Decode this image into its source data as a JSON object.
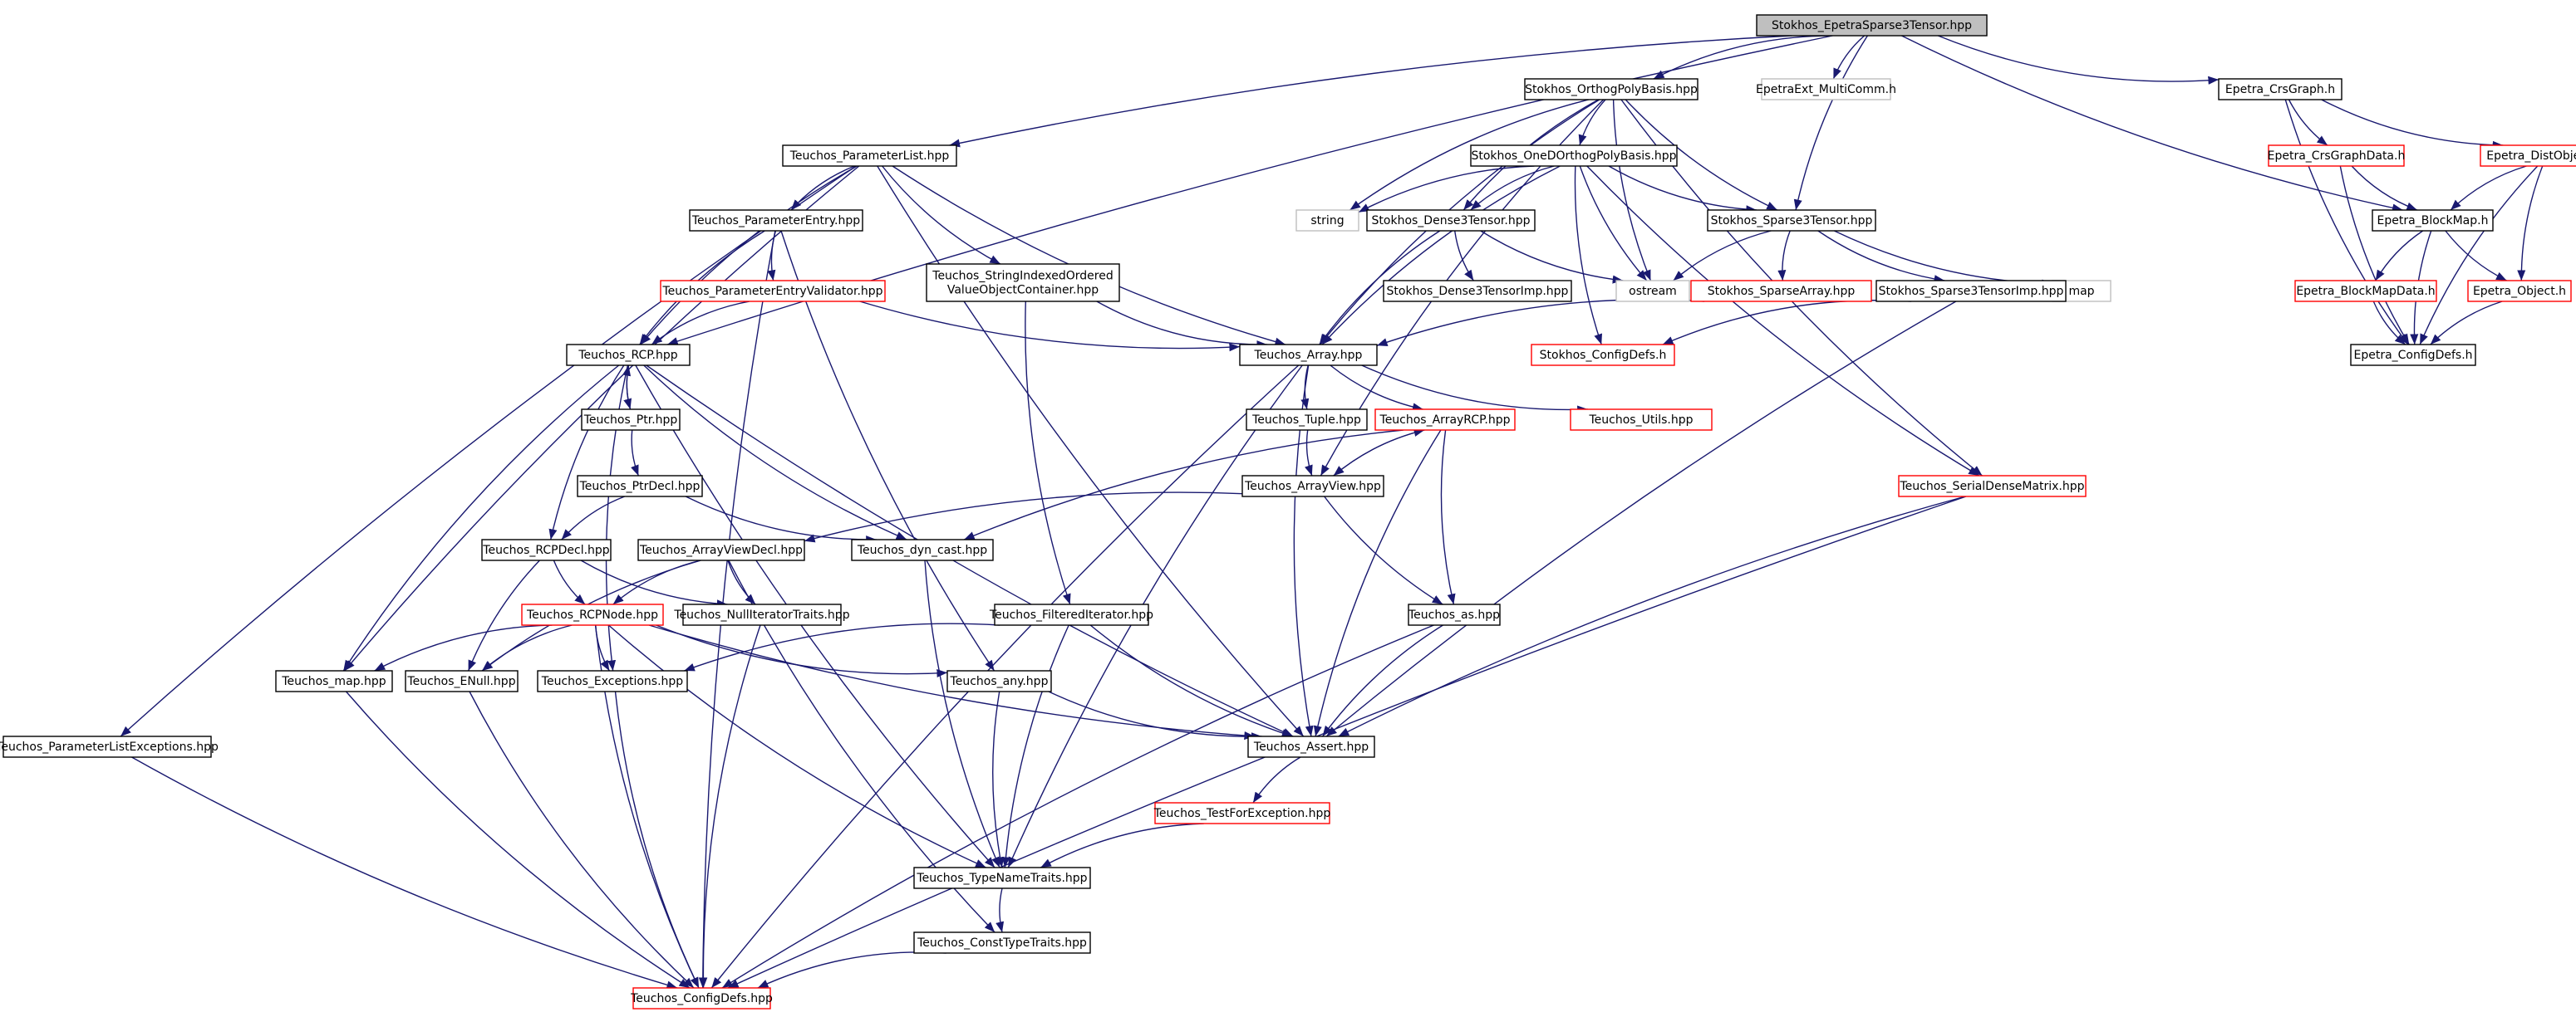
{
  "colors": {
    "edge": "#191970",
    "node_border_default": "#000000",
    "node_border_incomplete": "#ff0000",
    "node_border_external": "#bfbfbf",
    "root_fill": "#bfbfbf",
    "node_fill": "#ffffff"
  },
  "nodes": [
    {
      "id": "root",
      "label": "Stokhos_EpetraSparse3Tensor.hpp",
      "style": "root"
    },
    {
      "id": "orthog",
      "label": "Stokhos_OrthogPolyBasis.hpp",
      "style": "normal"
    },
    {
      "id": "multicomm",
      "label": "EpetraExt_MultiComm.h",
      "style": "external"
    },
    {
      "id": "crsgraph",
      "label": "Epetra_CrsGraph.h",
      "style": "normal"
    },
    {
      "id": "paramlist",
      "label": "Teuchos_ParameterList.hpp",
      "style": "normal"
    },
    {
      "id": "oned",
      "label": "Stokhos_OneDOrthogPolyBasis.hpp",
      "style": "normal"
    },
    {
      "id": "crsgraphdata",
      "label": "Epetra_CrsGraphData.h",
      "style": "incomplete"
    },
    {
      "id": "distobject",
      "label": "Epetra_DistObject.h",
      "style": "incomplete"
    },
    {
      "id": "paramentry",
      "label": "Teuchos_ParameterEntry.hpp",
      "style": "normal"
    },
    {
      "id": "string",
      "label": "string",
      "style": "external"
    },
    {
      "id": "dense3",
      "label": "Stokhos_Dense3Tensor.hpp",
      "style": "normal"
    },
    {
      "id": "sparse3",
      "label": "Stokhos_Sparse3Tensor.hpp",
      "style": "normal"
    },
    {
      "id": "blockmap",
      "label": "Epetra_BlockMap.h",
      "style": "normal"
    },
    {
      "id": "strindexed",
      "label": "Teuchos_StringIndexedOrdered\nValueObjectContainer.hpp",
      "style": "normal"
    },
    {
      "id": "ostream",
      "label": "ostream",
      "style": "external"
    },
    {
      "id": "map",
      "label": "map",
      "style": "external"
    },
    {
      "id": "paramvalidator",
      "label": "Teuchos_ParameterEntryValidator.hpp",
      "style": "incomplete"
    },
    {
      "id": "dense3imp",
      "label": "Stokhos_Dense3TensorImp.hpp",
      "style": "normal"
    },
    {
      "id": "sparsearray",
      "label": "Stokhos_SparseArray.hpp",
      "style": "incomplete"
    },
    {
      "id": "sparse3imp",
      "label": "Stokhos_Sparse3TensorImp.hpp",
      "style": "normal"
    },
    {
      "id": "blockmapdata",
      "label": "Epetra_BlockMapData.h",
      "style": "incomplete"
    },
    {
      "id": "epobject",
      "label": "Epetra_Object.h",
      "style": "incomplete"
    },
    {
      "id": "rcp",
      "label": "Teuchos_RCP.hpp",
      "style": "normal"
    },
    {
      "id": "array",
      "label": "Teuchos_Array.hpp",
      "style": "normal"
    },
    {
      "id": "configdefsh",
      "label": "Stokhos_ConfigDefs.h",
      "style": "incomplete"
    },
    {
      "id": "epconfig",
      "label": "Epetra_ConfigDefs.h",
      "style": "normal"
    },
    {
      "id": "ptr",
      "label": "Teuchos_Ptr.hpp",
      "style": "normal"
    },
    {
      "id": "tuple",
      "label": "Teuchos_Tuple.hpp",
      "style": "normal"
    },
    {
      "id": "arrayrcp",
      "label": "Teuchos_ArrayRCP.hpp",
      "style": "incomplete"
    },
    {
      "id": "utils",
      "label": "Teuchos_Utils.hpp",
      "style": "incomplete"
    },
    {
      "id": "serialdense",
      "label": "Teuchos_SerialDenseMatrix.hpp",
      "style": "incomplete"
    },
    {
      "id": "ptrdecl",
      "label": "Teuchos_PtrDecl.hpp",
      "style": "normal"
    },
    {
      "id": "arrayview",
      "label": "Teuchos_ArrayView.hpp",
      "style": "normal"
    },
    {
      "id": "rcpdecl",
      "label": "Teuchos_RCPDecl.hpp",
      "style": "normal"
    },
    {
      "id": "arrayviewdecl",
      "label": "Teuchos_ArrayViewDecl.hpp",
      "style": "normal"
    },
    {
      "id": "dyncast",
      "label": "Teuchos_dyn_cast.hpp",
      "style": "normal"
    },
    {
      "id": "rcpnode",
      "label": "Teuchos_RCPNode.hpp",
      "style": "incomplete"
    },
    {
      "id": "nulliter",
      "label": "Teuchos_NullIteratorTraits.hpp",
      "style": "normal"
    },
    {
      "id": "filtered",
      "label": "Teuchos_FilteredIterator.hpp",
      "style": "normal"
    },
    {
      "id": "as",
      "label": "Teuchos_as.hpp",
      "style": "normal"
    },
    {
      "id": "tmap",
      "label": "Teuchos_map.hpp",
      "style": "normal"
    },
    {
      "id": "enull",
      "label": "Teuchos_ENull.hpp",
      "style": "normal"
    },
    {
      "id": "exceptions",
      "label": "Teuchos_Exceptions.hpp",
      "style": "normal"
    },
    {
      "id": "any",
      "label": "Teuchos_any.hpp",
      "style": "normal"
    },
    {
      "id": "plexceptions",
      "label": "Teuchos_ParameterListExceptions.hpp",
      "style": "normal"
    },
    {
      "id": "assert",
      "label": "Teuchos_Assert.hpp",
      "style": "normal"
    },
    {
      "id": "testfor",
      "label": "Teuchos_TestForException.hpp",
      "style": "incomplete"
    },
    {
      "id": "typename",
      "label": "Teuchos_TypeNameTraits.hpp",
      "style": "normal"
    },
    {
      "id": "consttype",
      "label": "Teuchos_ConstTypeTraits.hpp",
      "style": "normal"
    },
    {
      "id": "tconfig",
      "label": "Teuchos_ConfigDefs.hpp",
      "style": "incomplete"
    }
  ],
  "edges": [
    [
      "root",
      "orthog"
    ],
    [
      "root",
      "multicomm"
    ],
    [
      "root",
      "crsgraph"
    ],
    [
      "root",
      "paramlist"
    ],
    [
      "root",
      "rcp"
    ],
    [
      "root",
      "sparse3"
    ],
    [
      "root",
      "blockmap"
    ],
    [
      "orthog",
      "oned"
    ],
    [
      "orthog",
      "dense3"
    ],
    [
      "orthog",
      "sparse3"
    ],
    [
      "orthog",
      "string"
    ],
    [
      "orthog",
      "ostream"
    ],
    [
      "orthog",
      "array"
    ],
    [
      "orthog",
      "arrayview"
    ],
    [
      "orthog",
      "serialdense"
    ],
    [
      "oned",
      "dense3"
    ],
    [
      "oned",
      "sparse3"
    ],
    [
      "oned",
      "string"
    ],
    [
      "oned",
      "ostream"
    ],
    [
      "oned",
      "array"
    ],
    [
      "oned",
      "configdefsh"
    ],
    [
      "oned",
      "serialdense"
    ],
    [
      "dense3",
      "ostream"
    ],
    [
      "dense3",
      "dense3imp"
    ],
    [
      "dense3",
      "array"
    ],
    [
      "sparse3",
      "ostream"
    ],
    [
      "sparse3",
      "map"
    ],
    [
      "sparse3",
      "sparsearray"
    ],
    [
      "sparse3",
      "sparse3imp"
    ],
    [
      "sparsearray",
      "array"
    ],
    [
      "sparse3imp",
      "configdefsh"
    ],
    [
      "sparse3imp",
      "assert"
    ],
    [
      "crsgraph",
      "crsgraphdata"
    ],
    [
      "crsgraph",
      "distobject"
    ],
    [
      "crsgraph",
      "epconfig"
    ],
    [
      "crsgraphdata",
      "blockmap"
    ],
    [
      "crsgraphdata",
      "epconfig"
    ],
    [
      "distobject",
      "blockmap"
    ],
    [
      "distobject",
      "epobject"
    ],
    [
      "distobject",
      "epconfig"
    ],
    [
      "blockmap",
      "blockmapdata"
    ],
    [
      "blockmap",
      "epobject"
    ],
    [
      "blockmap",
      "epconfig"
    ],
    [
      "blockmapdata",
      "epconfig"
    ],
    [
      "epobject",
      "epconfig"
    ],
    [
      "paramlist",
      "paramentry"
    ],
    [
      "paramlist",
      "strindexed"
    ],
    [
      "paramlist",
      "rcp"
    ],
    [
      "paramlist",
      "array"
    ],
    [
      "paramlist",
      "tmap"
    ],
    [
      "paramlist",
      "plexceptions"
    ],
    [
      "paramlist",
      "assert"
    ],
    [
      "paramentry",
      "paramvalidator"
    ],
    [
      "paramentry",
      "rcp"
    ],
    [
      "paramentry",
      "any"
    ],
    [
      "paramentry",
      "tconfig"
    ],
    [
      "paramvalidator",
      "rcp"
    ],
    [
      "paramvalidator",
      "array"
    ],
    [
      "strindexed",
      "array"
    ],
    [
      "strindexed",
      "filtered"
    ],
    [
      "rcp",
      "ptr"
    ],
    [
      "rcp",
      "rcpdecl"
    ],
    [
      "rcp",
      "dyncast"
    ],
    [
      "rcp",
      "tmap"
    ],
    [
      "rcp",
      "exceptions"
    ],
    [
      "rcp",
      "assert"
    ],
    [
      "rcp",
      "typename"
    ],
    [
      "ptr",
      "rcp"
    ],
    [
      "ptr",
      "ptrdecl"
    ],
    [
      "ptrdecl",
      "rcpdecl"
    ],
    [
      "ptrdecl",
      "dyncast"
    ],
    [
      "rcpdecl",
      "rcpnode"
    ],
    [
      "rcpdecl",
      "enull"
    ],
    [
      "rcpdecl",
      "nulliter"
    ],
    [
      "rcpnode",
      "tmap"
    ],
    [
      "rcpnode",
      "enull"
    ],
    [
      "rcpnode",
      "exceptions"
    ],
    [
      "rcpnode",
      "any"
    ],
    [
      "rcpnode",
      "assert"
    ],
    [
      "rcpnode",
      "typename"
    ],
    [
      "rcpnode",
      "tconfig"
    ],
    [
      "array",
      "tuple"
    ],
    [
      "array",
      "arrayrcp"
    ],
    [
      "array",
      "utils"
    ],
    [
      "array",
      "assert"
    ],
    [
      "array",
      "typename"
    ],
    [
      "array",
      "tconfig"
    ],
    [
      "tuple",
      "arrayview"
    ],
    [
      "arrayrcp",
      "arrayview"
    ],
    [
      "arrayrcp",
      "as"
    ],
    [
      "arrayrcp",
      "assert"
    ],
    [
      "arrayrcp",
      "dyncast"
    ],
    [
      "arrayview",
      "arrayrcp"
    ],
    [
      "arrayview",
      "arrayviewdecl"
    ],
    [
      "arrayview",
      "as"
    ],
    [
      "arrayviewdecl",
      "rcpnode"
    ],
    [
      "arrayviewdecl",
      "enull"
    ],
    [
      "arrayviewdecl",
      "nulliter"
    ],
    [
      "arrayviewdecl",
      "consttype"
    ],
    [
      "nulliter",
      "tconfig"
    ],
    [
      "dyncast",
      "typename"
    ],
    [
      "filtered",
      "exceptions"
    ],
    [
      "filtered",
      "assert"
    ],
    [
      "filtered",
      "typename"
    ],
    [
      "as",
      "assert"
    ],
    [
      "as",
      "tconfig"
    ],
    [
      "tmap",
      "tconfig"
    ],
    [
      "enull",
      "tconfig"
    ],
    [
      "exceptions",
      "tconfig"
    ],
    [
      "any",
      "assert"
    ],
    [
      "any",
      "typename"
    ],
    [
      "plexceptions",
      "tconfig"
    ],
    [
      "assert",
      "testfor"
    ],
    [
      "testfor",
      "typename"
    ],
    [
      "typename",
      "consttype"
    ],
    [
      "consttype",
      "tconfig"
    ],
    [
      "serialdense",
      "assert"
    ],
    [
      "serialdense",
      "tconfig"
    ]
  ]
}
